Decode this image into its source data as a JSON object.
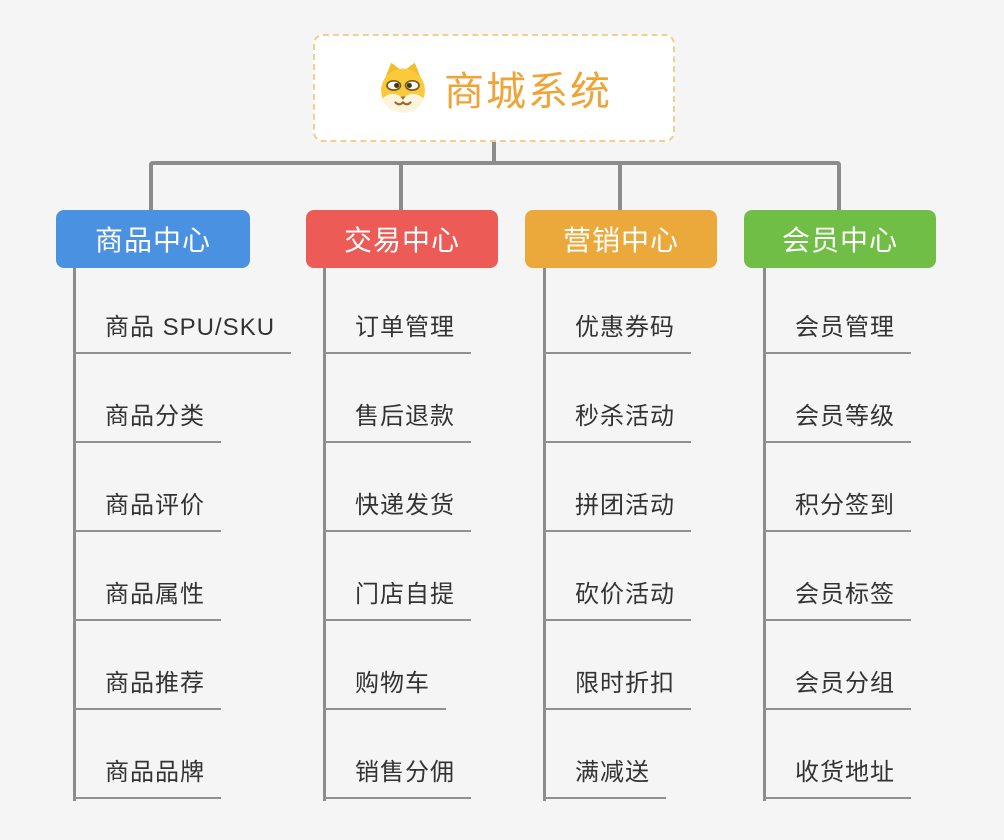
{
  "diagram": {
    "type": "mindmap-org-chart",
    "root": {
      "title": "商城系统",
      "icon": "shiba-dog-icon"
    },
    "branches": [
      {
        "label": "商品中心",
        "color": "#4B91E2",
        "children": [
          "商品 SPU/SKU",
          "商品分类",
          "商品评价",
          "商品属性",
          "商品推荐",
          "商品品牌"
        ]
      },
      {
        "label": "交易中心",
        "color": "#EC5B56",
        "children": [
          "订单管理",
          "售后退款",
          "快递发货",
          "门店自提",
          "购物车",
          "销售分佣"
        ]
      },
      {
        "label": "营销中心",
        "color": "#EBA93B",
        "children": [
          "优惠券码",
          "秒杀活动",
          "拼团活动",
          "砍价活动",
          "限时折扣",
          "满减送"
        ]
      },
      {
        "label": "会员中心",
        "color": "#70BE45",
        "children": [
          "会员管理",
          "会员等级",
          "积分签到",
          "会员标签",
          "会员分组",
          "收货地址"
        ]
      }
    ],
    "colors": {
      "background": "#F5F5F5",
      "connector": "#8C8C8C",
      "leaf_text": "#333333",
      "leaf_underline": "#909090",
      "root_text": "#F0A336",
      "root_border": "#F3CE8E",
      "root_background": "#FFFFFF",
      "branch_text": "#FFFFFF"
    }
  }
}
